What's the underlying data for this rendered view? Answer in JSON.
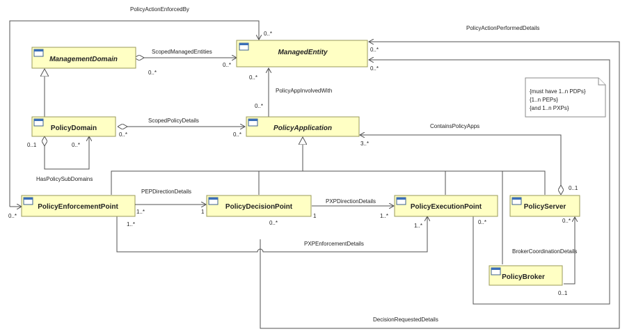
{
  "classes": {
    "management_domain": "ManagementDomain",
    "managed_entity": "ManagedEntity",
    "policy_domain": "PolicyDomain",
    "policy_application": "PolicyApplication",
    "policy_enforcement_point": "PolicyEnforcementPoint",
    "policy_decision_point": "PolicyDecisionPoint",
    "policy_execution_point": "PolicyExecutionPoint",
    "policy_server": "PolicyServer",
    "policy_broker": "PolicyBroker"
  },
  "associations": {
    "policy_action_enforced_by": "PolicyActionEnforcedBy",
    "policy_action_performed_details": "PolicyActionPerformedDetails",
    "scoped_managed_entities": "ScopedManagedEntities",
    "policy_app_involved_with": "PolicyAppInvolvedWith",
    "scoped_policy_details": "ScopedPolicyDetails",
    "contains_policy_apps": "ContainsPolicyApps",
    "has_policy_sub_domains": "HasPolicySubDomains",
    "pep_direction_details": "PEPDirectionDetails",
    "pxp_direction_details": "PXPDirectionDetails",
    "pxp_enforcement_details": "PXPEnforcementDetails",
    "broker_coordination_details": "BrokerCoordinationDetails",
    "decision_requested_details": "DecisionRequestedDetails"
  },
  "multiplicities": {
    "me_top": "0..*",
    "me_right_upper": "0..*",
    "me_right_lower": "0..*",
    "me_left": "0..*",
    "md_right": "0..*",
    "me_bottom": "0..*",
    "pa_top": "0..*",
    "pa_left": "0..*",
    "pd_right": "0..*",
    "pd_bottom_left": "0..1",
    "pd_bottom_right": "0..*",
    "pa_right": "3..*",
    "ps_top": "0..1",
    "pep_left": "0..*",
    "pep_right": "1..*",
    "pep_bottom": "1..*",
    "pdp_left": "1",
    "pdp_right": "1",
    "pdp_bottom": "0..*",
    "pxp_left": "1..*",
    "pxp_bottom": "1..*",
    "pxp_bottom_right": "0..*",
    "ps_bottom": "0..*",
    "pb_right": "0..1"
  },
  "note": {
    "line1": "{must have 1..n PDPs}",
    "line2": "{1..n PEPs}",
    "line3": "{and 1..n PXPs}"
  }
}
